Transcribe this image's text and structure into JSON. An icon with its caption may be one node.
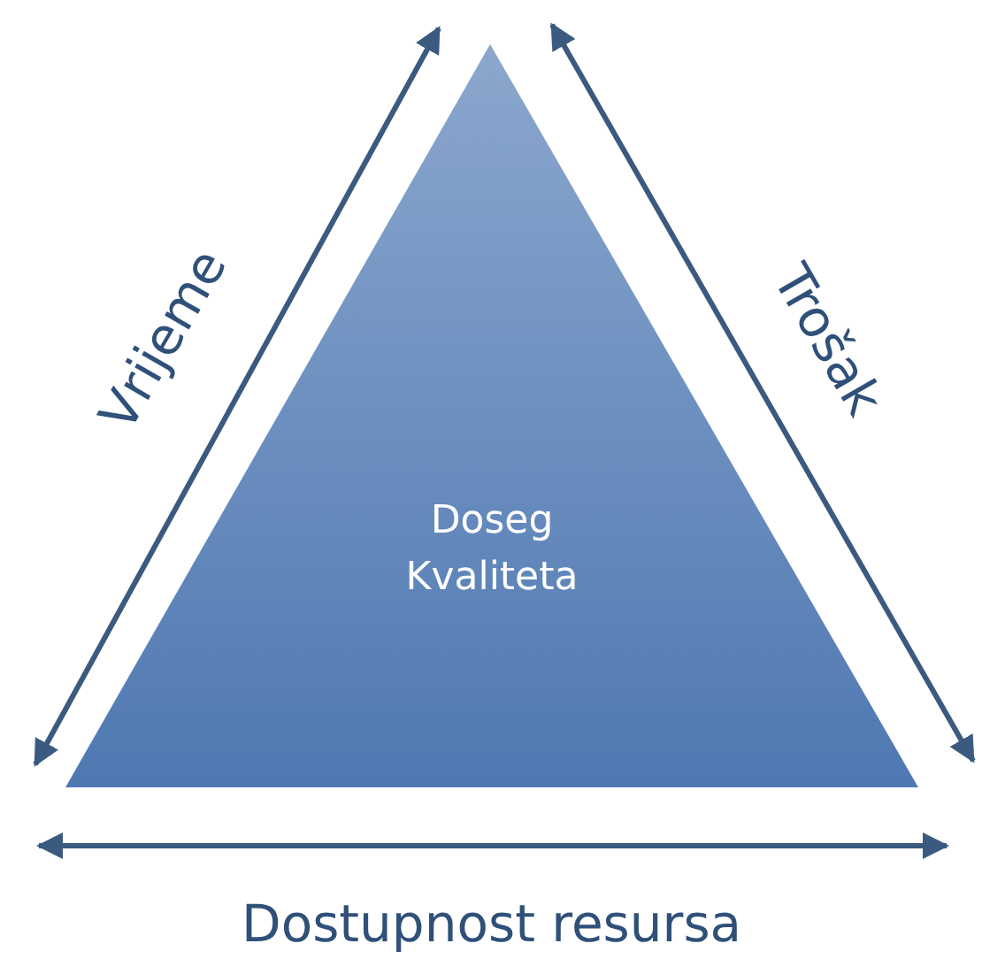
{
  "diagram": {
    "nodes": [
      {
        "text": [
          "Doseg",
          "Kvaliteta"
        ]
      }
    ],
    "labels": [
      "Vrijeme",
      "Trošak",
      "Dostupnost resursa"
    ]
  }
}
